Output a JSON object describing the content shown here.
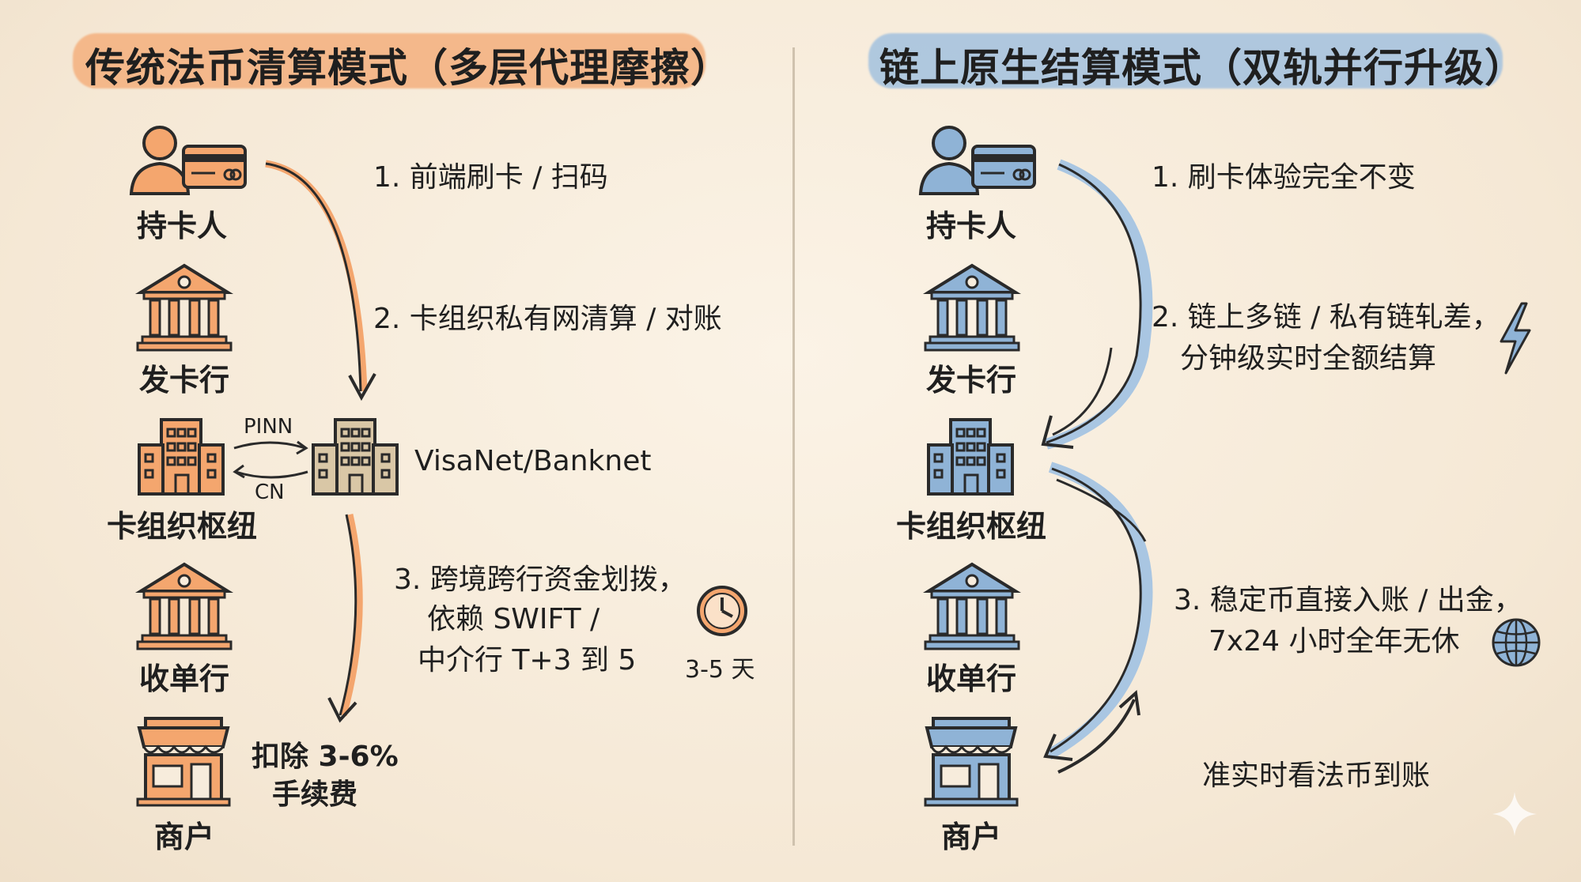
{
  "left": {
    "title": "传统法币清算模式（多层代理摩擦）",
    "nodes": {
      "cardholder": "持卡人",
      "issuer": "发卡行",
      "hub": "卡组织枢纽",
      "acquirer": "收单行",
      "merchant": "商户"
    },
    "pinn": "PINN",
    "cn": "CN",
    "network": "VisaNet/Banknet",
    "step1": "1. 前端刷卡 / 扫码",
    "step2": "2. 卡组织私有网清算 / 对账",
    "step3": [
      "3. 跨境跨行资金划拨，",
      "依赖 SWIFT /",
      "中介行 T+3 到 5"
    ],
    "clock_label": "3-5 天",
    "fee": [
      "扣除 3-6%",
      "手续费"
    ]
  },
  "right": {
    "title": "链上原生结算模式（双轨并行升级）",
    "nodes": {
      "cardholder": "持卡人",
      "issuer": "发卡行",
      "hub": "卡组织枢纽",
      "acquirer": "收单行",
      "merchant": "商户"
    },
    "step1": "1. 刷卡体验完全不变",
    "step2": [
      "2. 链上多链 / 私有链轧差，",
      "分钟级实时全额结算"
    ],
    "step3": [
      "3. 稳定币直接入账 / 出金，",
      "7x24 小时全年无休"
    ],
    "settle": "准实时看法币到账"
  },
  "colors": {
    "orange": "#f4a66e",
    "orange_light": "#f7b98a",
    "blue": "#8fb3d6",
    "blue_light": "#a9c6e2",
    "stroke": "#2a2a2a"
  }
}
